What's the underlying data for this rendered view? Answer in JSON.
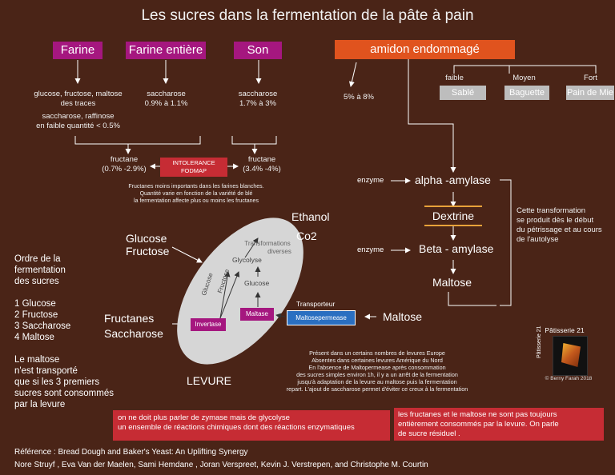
{
  "title": "Les sucres dans la fermentation de la pâte à pain",
  "sources": {
    "farine": "Farine",
    "farine_entiere": "Farine entière",
    "son": "Son",
    "amidon": "amidon endommagé"
  },
  "farine_text1": [
    "glucose, fructose, maltose",
    "des traces"
  ],
  "farine_text2": [
    "saccharose, raffinose",
    "en faible quantité  < 0.5%"
  ],
  "farine_entiere_text": [
    "saccharose",
    "0.9% à 1.1%"
  ],
  "son_text": [
    "saccharose",
    "1.7% à 3%"
  ],
  "amidon_text": "5%  à  8%",
  "damage_levels": {
    "labels": [
      "faible",
      "Moyen",
      "Fort"
    ],
    "breads": [
      "Sablé",
      "Baguette",
      "Pain de Mie"
    ]
  },
  "fructane_left": [
    "fructane",
    "(0.7% -2.9%)"
  ],
  "fructane_right": [
    "fructane",
    "(3.4% -4%)"
  ],
  "intolerance": [
    "INTOLERANCE",
    "FODMAP"
  ],
  "fructane_note": [
    "Fructanes moins importants dans les farines blanches.",
    "Quantité varie en fonction de la variété de blé",
    "la fermentation affecte plus ou moins les fructanes"
  ],
  "enzyme_label": "enzyme",
  "alpha_amylase": "alpha -amylase",
  "dextrine": "Dextrine",
  "beta_amylase": "Beta - amylase",
  "maltose_right": "Maltose",
  "transformation_note": [
    "Cette transformation",
    "se produit dès le début",
    "du pétrissage et au cours",
    "de l'autolyse"
  ],
  "order": {
    "heading": [
      "Ordre de la",
      "fermentation",
      "des sucres"
    ],
    "items": [
      "1 Glucose",
      "2 Fructose",
      "3 Saccharose",
      "4 Maltose"
    ],
    "note": [
      "Le maltose",
      "n'est transporté",
      "que si les 3 premiers",
      "sucres sont consommés",
      "par la levure"
    ]
  },
  "levure": {
    "glucose_fructose": [
      "Glucose",
      "Fructose"
    ],
    "fructanes": "Fructanes",
    "saccharose": "Saccharose",
    "levure": "LEVURE",
    "ethanol": "Ethanol",
    "co2": "Co2",
    "transformations": [
      "Transformations",
      "diverses"
    ],
    "glycolyse": "Glycolyse",
    "glucose": "Glucose",
    "fructose": "Fructose",
    "glucose_inner": "Glucose",
    "invertase": "Invertase",
    "maltase": "Maltase",
    "transporteur": "Transporteur",
    "maltosepermease": "Maltosepermease",
    "maltose": "Maltose"
  },
  "permease_note": [
    "Présent dans un certains nombres de levures Europe",
    "Absentes dans certaines levures Amérique du Nord",
    "En l'absence de Maltopermease après consommation",
    "des sucres simples environ 1h, il y a un arrêt de la fermentation",
    "jusqu'à adaptation de la levure au maltose puis la fermentation",
    "repart. L'ajout de saccharose permet d'éviter ce creux à la fermentation"
  ],
  "logo": {
    "name": "Pâtisserie 21",
    "side": "Pâtisserie 21",
    "copyright": "© Berny Farah 2018"
  },
  "red_note_left": [
    "on ne doit plus parler de zymase mais de glycolyse",
    "un ensemble de réactions chimiques dont des réactions enzymatiques"
  ],
  "red_note_right": [
    "les fructanes et le maltose ne  sont pas  toujours",
    "entièrement consommés par la levure. On  parle",
    "de sucre résiduel ."
  ],
  "reference": [
    "Référence : Bread Dough and Baker's Yeast: An Uplifting Synergy",
    "Nore Struyf , Eva Van der Maelen, Sami Hemdane , Joran Verspreet, Kevin J. Verstrepen, and Christophe M. Courtin"
  ],
  "colors": {
    "background": "#4a2417",
    "magenta": "#a5177f",
    "orange": "#e0531e",
    "red": "#c62c34",
    "blue": "#2a6fc1",
    "grey": "#bdbdbd"
  }
}
